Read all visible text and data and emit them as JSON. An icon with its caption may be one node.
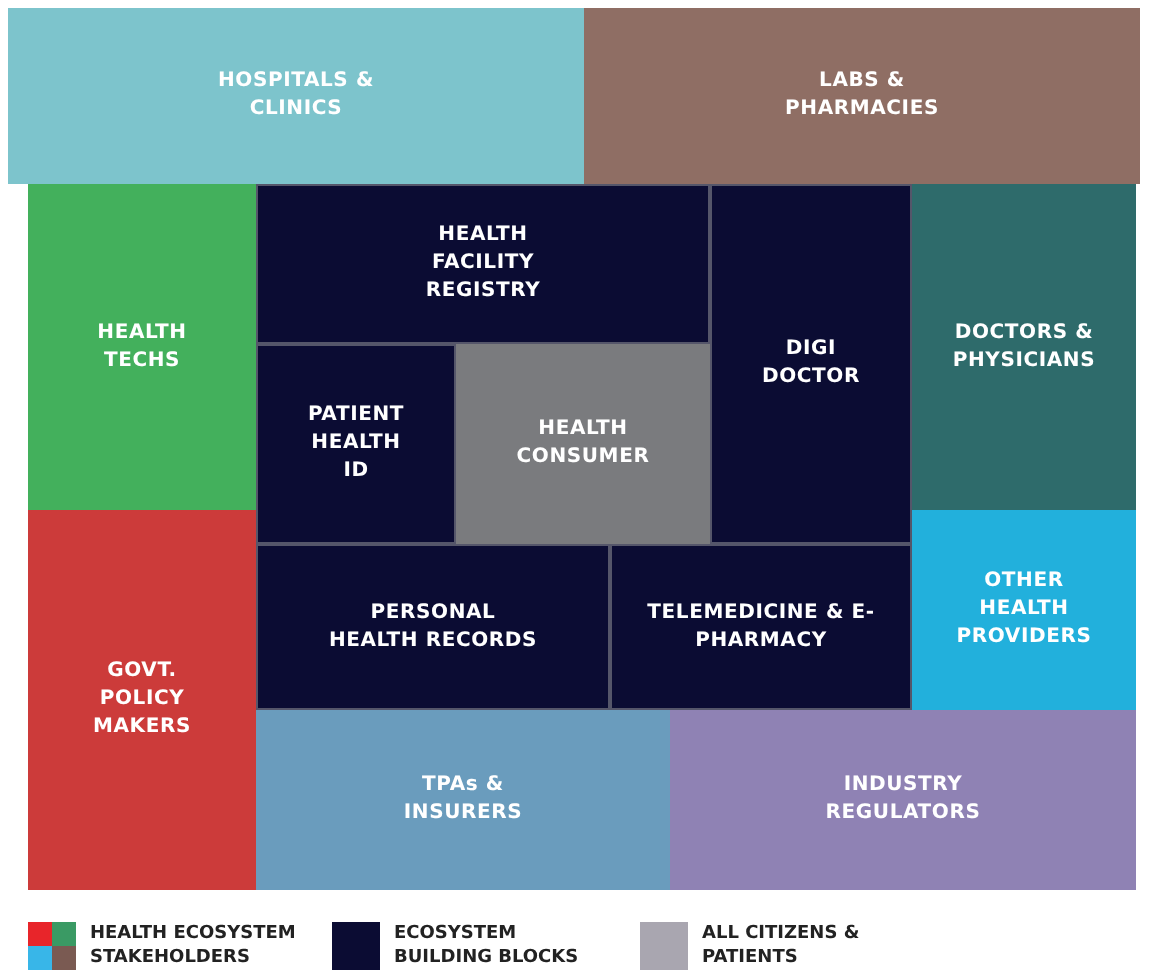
{
  "diagram": {
    "nodes": [
      {
        "text": [
          "HOSPITALS & CLINICS"
        ]
      },
      {
        "text": [
          "LABS & PHARMACIES"
        ]
      },
      {
        "text": [
          "HEALTH TECHS"
        ]
      },
      {
        "text": [
          "HEALTH FACILITY REGISTRY"
        ]
      },
      {
        "text": [
          "DIGI DOCTOR"
        ]
      },
      {
        "text": [
          "DOCTORS & PHYSICIANS"
        ]
      },
      {
        "text": [
          "PATIENT HEALTH ID"
        ]
      },
      {
        "text": [
          "HEALTH CONSUMER"
        ]
      },
      {
        "text": [
          "GOVT. POLICY MAKERS"
        ]
      },
      {
        "text": [
          "PERSONAL HEALTH RECORDS"
        ]
      },
      {
        "text": [
          "TELEMEDICINE & E-PHARMACY"
        ]
      },
      {
        "text": [
          "OTHER HEALTH PROVIDERS"
        ]
      },
      {
        "text": [
          "TPAs & INSURERS"
        ]
      },
      {
        "text": [
          "INDUSTRY REGULATORS"
        ]
      }
    ],
    "legend": [
      {
        "text": "HEALTH ECOSYSTEM STAKEHOLDERS"
      },
      {
        "text": "ECOSYSTEM BUILDING BLOCKS",
        "color": "#0b0c33"
      },
      {
        "text": "ALL CITIZENS & PATIENTS",
        "color": "#a9a6b0"
      }
    ]
  }
}
